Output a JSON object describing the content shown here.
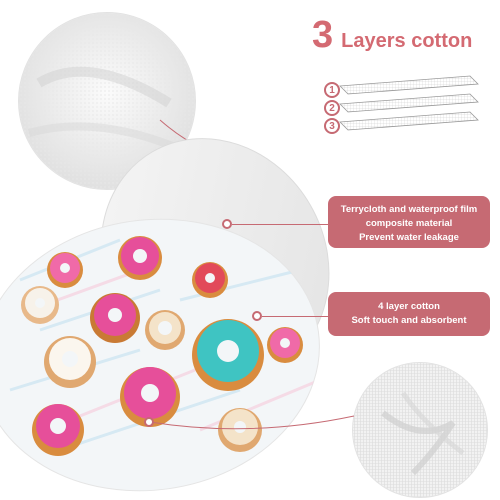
{
  "headline": {
    "number": "3",
    "text": "Layers cotton"
  },
  "layers": [
    "1",
    "2",
    "3"
  ],
  "callouts": [
    {
      "lines": [
        "Terrycloth and waterproof film",
        "composite material",
        "Prevent water leakage"
      ]
    },
    {
      "lines": [
        "4 layer cotton",
        "Soft touch and absorbent"
      ]
    }
  ],
  "colors": {
    "accent": "#c66a73",
    "title": "#d46a72",
    "teal": "#3fc4c2",
    "pink": "#e64f9a",
    "dough": "#d98c3f"
  }
}
